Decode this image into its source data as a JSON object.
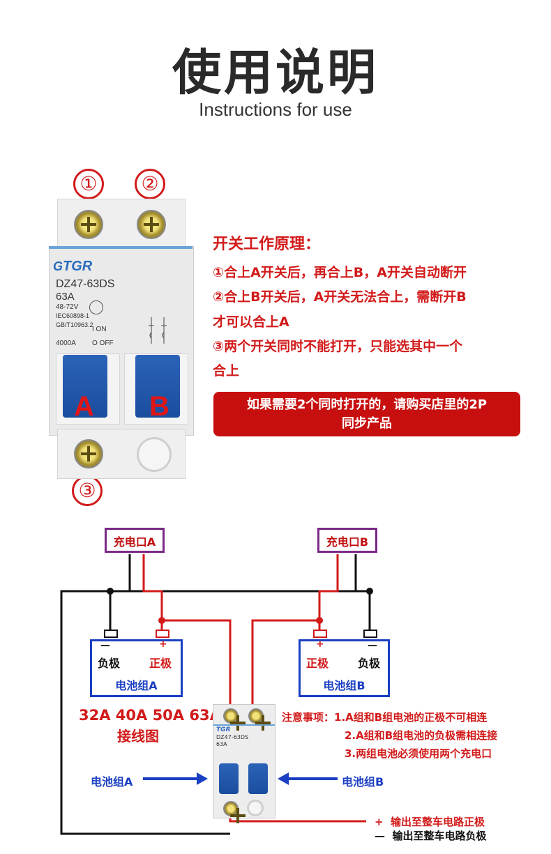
{
  "header": {
    "title": "使用说明",
    "subtitle": "Instructions for use"
  },
  "breaker_photo": {
    "terminal_markers": [
      "①",
      "②",
      "③"
    ],
    "brand": "TGR",
    "model": "DZ47-63DS",
    "rating": "63A",
    "voltage": "48-72V",
    "standard1": "IEC60898-1",
    "standard2": "GB/T10963.2",
    "on_label": "I ON",
    "off_label": "O OFF",
    "capacity": "4000A",
    "switch_a": "A",
    "switch_b": "B"
  },
  "principle": {
    "heading": "开关工作原理：",
    "item1": "①合上A开关后，再合上B，A开关自动断开",
    "item2_line1": "②合上B开关后，A开关无法合上，需断开B",
    "item2_line2": "才可以合上A",
    "item3_line1": "③两个开关同时不能打开，只能选其中一个",
    "item3_line2": "合上",
    "note_line1": "如果需要2个同时打开的，请购买店里的2P",
    "note_line2": "同步产品"
  },
  "diagram": {
    "port_a": "充电口A",
    "port_b": "充电口B",
    "battery_a": {
      "name": "电池组A",
      "negative_label": "负极",
      "positive_label": "正极",
      "minus_sign": "—",
      "plus_sign": "+"
    },
    "battery_b": {
      "name": "电池组B",
      "negative_label": "负极",
      "positive_label": "正极",
      "minus_sign": "—",
      "plus_sign": "+"
    },
    "specs_line1": "32A 40A 50A 63A",
    "specs_line2": "接线图",
    "notice_title": "注意事项：",
    "notice_1": "1.A组和B组电池的正极不可相连",
    "notice_2": "2.A组和B组电池的负极需相连接",
    "notice_3": "3.两组电池必须使用两个充电口",
    "arrow_a_label": "电池组A",
    "arrow_b_label": "电池组B",
    "output_positive": "输出至整车电路正极",
    "output_negative": "输出至整车电路负极",
    "output_plus_sign": "+",
    "output_minus_sign": "—",
    "colors": {
      "positive_wire": "#d21a1a",
      "negative_wire": "#111111",
      "port_border": "#7a2a86",
      "battery_border": "#1a3fc2"
    }
  }
}
